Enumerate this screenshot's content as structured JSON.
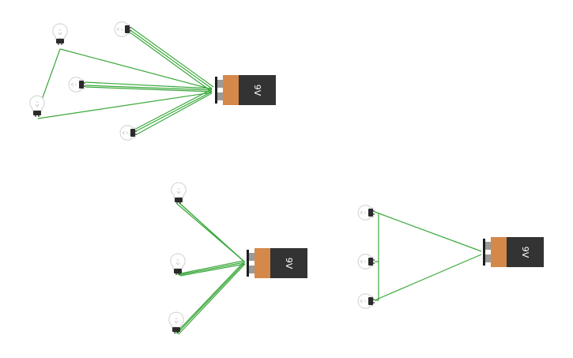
{
  "circuits": [
    {
      "id": "circuit-1",
      "battery": {
        "label": "9V"
      },
      "bulb_count": 5
    },
    {
      "id": "circuit-2",
      "battery": {
        "label": "9V"
      },
      "bulb_count": 3
    },
    {
      "id": "circuit-3",
      "battery": {
        "label": "9V"
      },
      "bulb_count": 3
    }
  ],
  "colors": {
    "wire": "#3aa83a",
    "battery_body": "#333333",
    "battery_band": "#d4894a",
    "bulb_outline": "#cfcfcf",
    "bulb_base": "#2b2b2b"
  }
}
